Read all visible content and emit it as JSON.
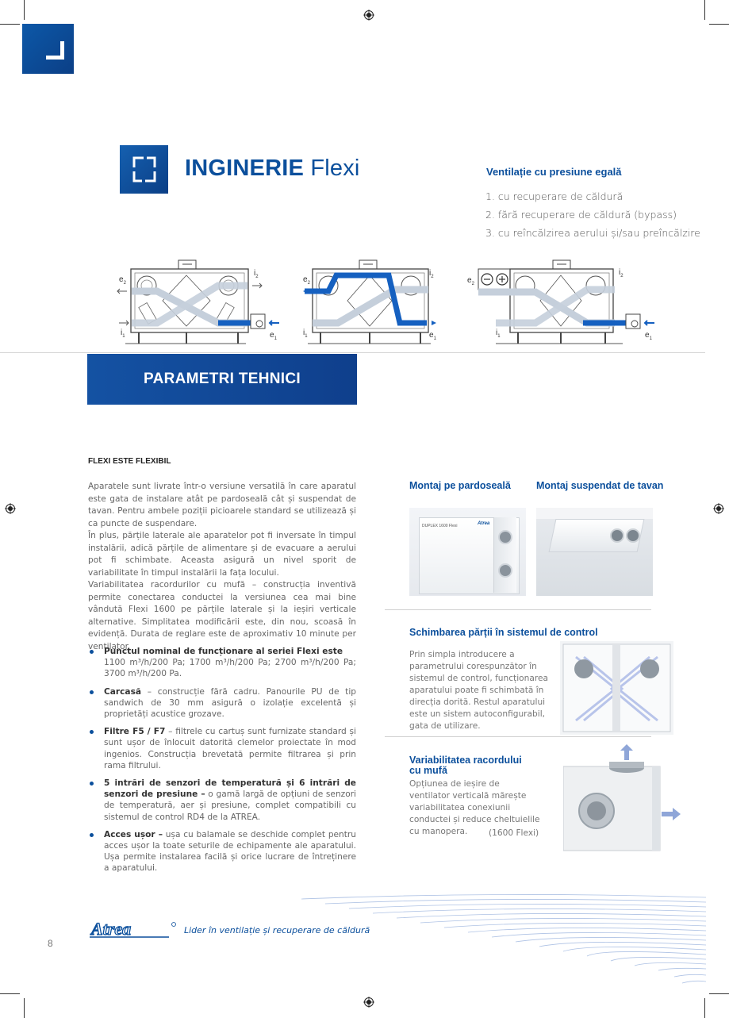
{
  "header": {
    "title_bold": "INGINERIE",
    "title_light": "Flexi"
  },
  "ventilation": {
    "heading": "Ventilație cu presiune egală",
    "items": [
      "1. cu recuperare de căldură",
      "2. fără recuperare de căldură (bypass)",
      "3. cu reîncălzirea aerului și/sau preîncălzire"
    ]
  },
  "diagram_labels": {
    "e1": "e",
    "e2": "e",
    "i1": "i",
    "i2": "i",
    "sub1": "1",
    "sub2": "2"
  },
  "params": {
    "title": "PARAMETRI TEHNICI"
  },
  "flexi": {
    "heading": "FLEXI ESTE FLEXIBIL",
    "paragraphs": [
      "Aparatele sunt livrate într-o versiune versatilă în care aparatul este gata de instalare atât pe pardoseală cât și suspendat de tavan. Pentru ambele poziții picioarele standard se utilizează și ca puncte de suspendare.",
      "În plus, părțile laterale ale aparatelor pot fi inversate în timpul instalării, adică părțile de alimentare și de evacuare a aerului pot fi schimbate. Aceasta asigură un nivel sporit de variabilitate în timpul instalării la fața locului.",
      "Variabilitatea racordurilor cu mufă – construcția inventivă permite conectarea conductei la versiunea cea mai bine vândută Flexi 1600 pe părțile laterale și la ieșiri verticale alternative. Simplitatea modificării este, din nou, scoasă în evidență. Durata de reglare este de aproximativ 10 minute per ventilator."
    ],
    "bullets": [
      {
        "bold": "Punctul nominal de funcționare al seriei Flexi este",
        "text": "1100 m³/h/200 Pa; 1700 m³/h/200 Pa; 2700 m³/h/200 Pa; 3700 m³/h/200 Pa."
      },
      {
        "bold": "Carcasă",
        "text": " – construcție fără cadru. Panourile PU de tip sandwich de 30 mm asigură o izolație excelentă și proprietăți acustice grozave."
      },
      {
        "bold": "Filtre F5 / F7",
        "text": " – filtrele cu cartuș sunt furnizate standard și sunt ușor de înlocuit datorită clemelor proiectate în mod ingenios. Construcția brevetată permite filtrarea și prin rama filtrului."
      },
      {
        "bold": "5 intrări de senzori de temperatură și 6 intrări de senzori de presiune –",
        "text": " o gamă largă de opțiuni de senzori de temperatură, aer și presiune, complet compatibili cu sistemul de control RD4 de la ATREA."
      },
      {
        "bold": "Acces ușor –",
        "text": " ușa cu balamale se deschide complet pentru acces ușor la toate seturile de echipamente ale aparatului. Ușa permite instalarea facilă și orice lucrare de întreținere a aparatului."
      }
    ]
  },
  "mounting": {
    "floor": "Montaj pe pardoseală",
    "ceiling": "Montaj suspendat de tavan",
    "unit_label": "DUPLEX 1600 Flexi",
    "unit_brand": "Atrea"
  },
  "control": {
    "heading": "Schimbarea părții în sistemul de control",
    "text": "Prin simpla introducere a parametrului corespunzător în sistemul de control, funcționarea aparatului poate fi schimbată în direcția dorită. Restul aparatului este un sistem autoconfigurabil, gata de utilizare."
  },
  "sleeve": {
    "heading_1": "Variabilitatea racordului",
    "heading_2": "cu mufă",
    "text": "Opțiunea de ieșire de ventilator verticală mărește variabilitatea conexiunii conductei și reduce cheltuielile cu manopera.",
    "note": "(1600 Flexi)"
  },
  "footer": {
    "brand": "Atrea",
    "slogan": "Lider în ventilație și recuperare de căldură",
    "page": "8"
  },
  "colors": {
    "brand_blue": "#0b4f9c",
    "duct_blue": "#1560c0",
    "duct_grey": "#c5cfdb"
  }
}
